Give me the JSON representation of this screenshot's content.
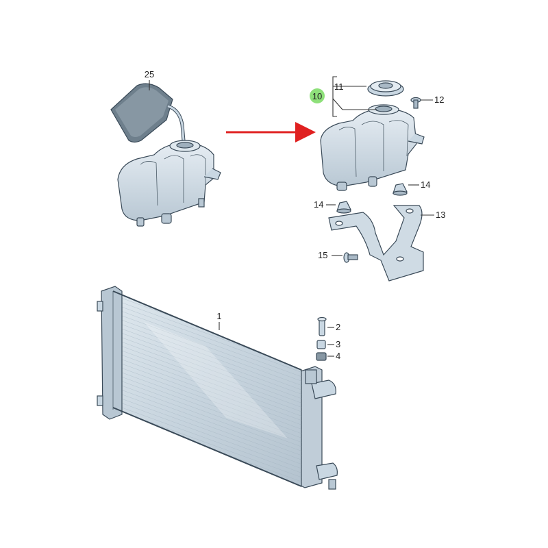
{
  "colors": {
    "part_fill": "#c9d7e2",
    "part_light": "#e3ebf1",
    "part_dark": "#a9b9c6",
    "outline": "#3a4a58",
    "arrow": "#e02020",
    "highlight": "#8ee07a",
    "text": "#222222"
  },
  "callouts": {
    "c1": "1",
    "c2": "2",
    "c3": "3",
    "c4": "4",
    "c10": "10",
    "c11": "11",
    "c12": "12",
    "c13": "13",
    "c14a": "14",
    "c14b": "14",
    "c15": "15",
    "c25": "25"
  },
  "highlighted_callout": "10"
}
